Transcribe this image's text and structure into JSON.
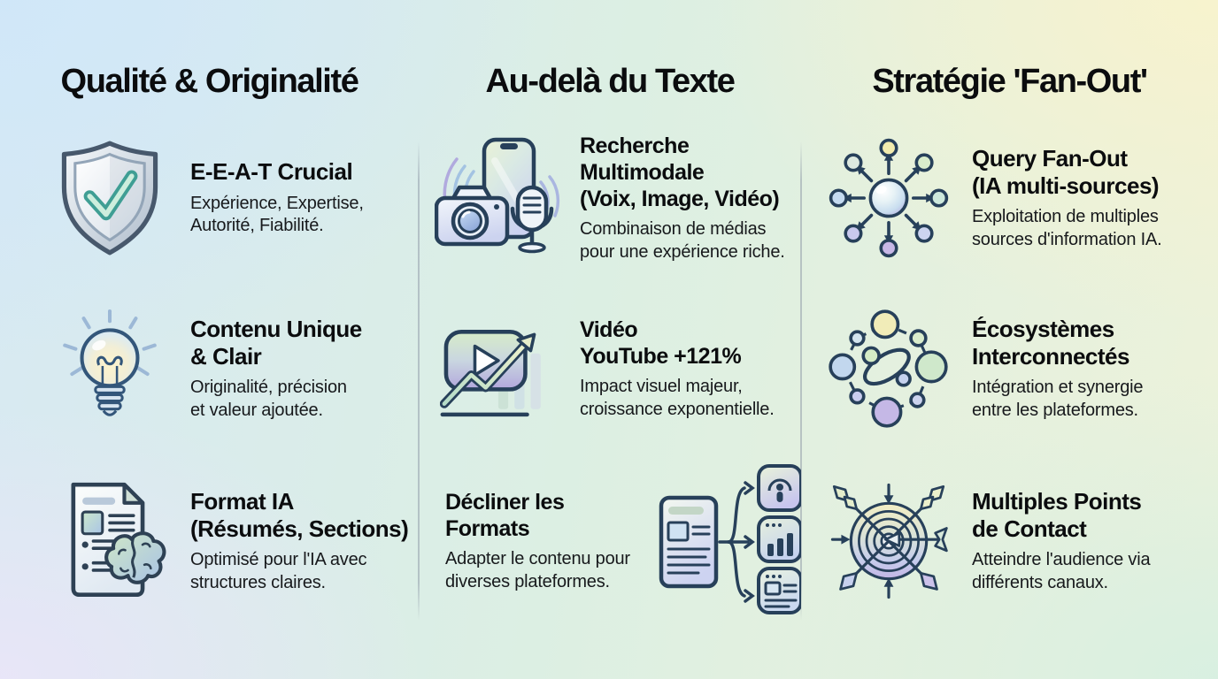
{
  "columns": [
    {
      "header": "Qualité & Originalité",
      "items": [
        {
          "icon": "shield-check-icon",
          "title": "E-E-A-T Crucial",
          "description": "Expérience, Expertise,\nAutorité, Fiabilité."
        },
        {
          "icon": "lightbulb-icon",
          "title": "Contenu Unique\n& Clair",
          "description": "Originalité, précision\net valeur ajoutée."
        },
        {
          "icon": "document-brain-icon",
          "title": "Format IA\n(Résumés, Sections)",
          "description": "Optimisé pour l'IA avec\nstructures claires."
        }
      ]
    },
    {
      "header": "Au-delà du Texte",
      "items": [
        {
          "icon": "multimodal-devices-icon",
          "title": "Recherche\nMultimodale\n(Voix, Image, Vidéo)",
          "description": "Combinaison de médias\npour une expérience riche."
        },
        {
          "icon": "youtube-growth-icon",
          "title": "Vidéo\nYouTube +121%",
          "description": "Impact visuel majeur,\ncroissance exponentielle."
        },
        {
          "icon": "content-formats-icon",
          "title": "Décliner les\nFormats",
          "description": "Adapter le contenu pour\ndiverses plateformes."
        }
      ]
    },
    {
      "header": "Stratégie 'Fan-Out'",
      "items": [
        {
          "icon": "query-fan-out-icon",
          "title": "Query Fan-Out\n(IA multi-sources)",
          "description": "Exploitation de multiples\nsources d'information IA."
        },
        {
          "icon": "interconnected-ecosystem-icon",
          "title": "Écosystèmes\nInterconnectés",
          "description": "Intégration et synergie\nentre les plateformes."
        },
        {
          "icon": "multi-touchpoint-target-icon",
          "title": "Multiples Points\nde Contact",
          "description": "Atteindre l'audience via\ndifférents canaux."
        }
      ]
    }
  ],
  "colors": {
    "outline_navy": "#27405a",
    "text_title": "#0b0c0e",
    "text_description": "#17191c",
    "bg_top_left": "#d2e8f8",
    "bg_top_right": "#f8f3cd",
    "bg_bottom_left": "#e9e6f8",
    "bg_bottom_right": "#d7efe3"
  }
}
